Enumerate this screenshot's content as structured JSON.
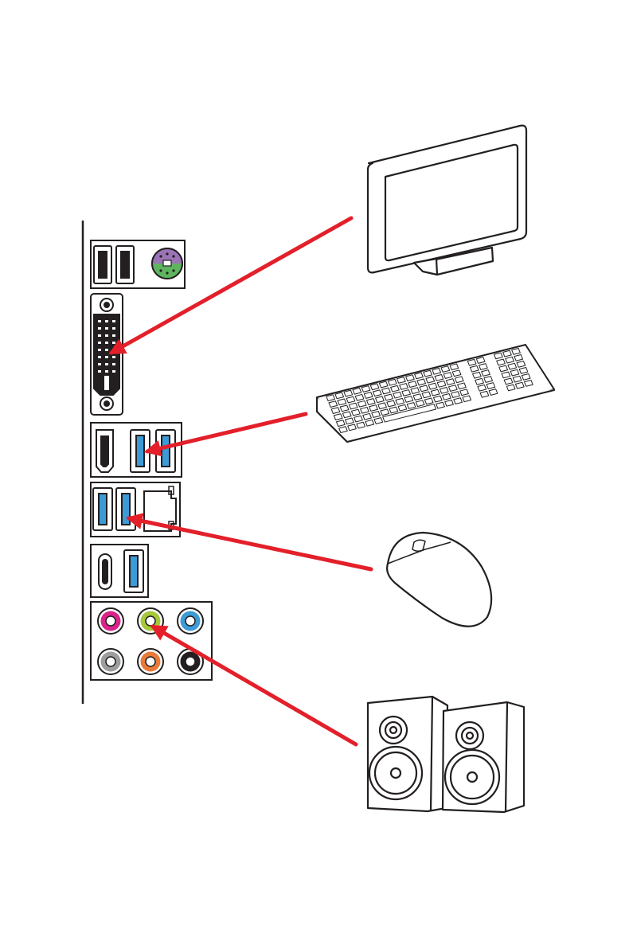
{
  "diagram": {
    "type": "rear-io-panel-connection",
    "colors": {
      "arrow": "#e3202a",
      "outline": "#231f20",
      "usb3_blue": "#3c9ad6",
      "ps2_purple": "#9b73b6",
      "ps2_green": "#5fb55f",
      "audio_pink": "#d9238b",
      "audio_lime": "#a6c83a",
      "audio_blue": "#3d9bd6",
      "audio_gray": "#9d9d9d",
      "audio_orange": "#ea7a3a",
      "audio_black": "#231f20"
    },
    "io_panel": {
      "ports": [
        {
          "name": "usb2-port-1",
          "icon": "usb-a-port"
        },
        {
          "name": "usb2-port-2",
          "icon": "usb-a-port"
        },
        {
          "name": "ps2-port",
          "icon": "ps2-combo-port"
        },
        {
          "name": "dvi-port",
          "icon": "dvi-port"
        },
        {
          "name": "hdmi-port",
          "icon": "hdmi-port"
        },
        {
          "name": "usb3-port-1",
          "icon": "usb-a-port"
        },
        {
          "name": "usb3-port-2",
          "icon": "usb-a-port"
        },
        {
          "name": "usb3-port-3",
          "icon": "usb-a-port"
        },
        {
          "name": "usb3-port-4",
          "icon": "usb-a-port"
        },
        {
          "name": "lan-port",
          "icon": "rj45-port"
        },
        {
          "name": "usb-c-port",
          "icon": "usb-c-port"
        },
        {
          "name": "usb3-port-5",
          "icon": "usb-a-port"
        },
        {
          "name": "audio-jacks",
          "icon": "audio-jack",
          "count": 6
        }
      ]
    },
    "devices": [
      {
        "name": "monitor",
        "icon": "monitor-icon",
        "connects_to": "dvi-port"
      },
      {
        "name": "keyboard",
        "icon": "keyboard-icon",
        "connects_to": "usb3-port"
      },
      {
        "name": "mouse",
        "icon": "mouse-icon",
        "connects_to": "usb3-port"
      },
      {
        "name": "speakers",
        "icon": "speakers-icon",
        "connects_to": "audio-line-out"
      }
    ]
  }
}
